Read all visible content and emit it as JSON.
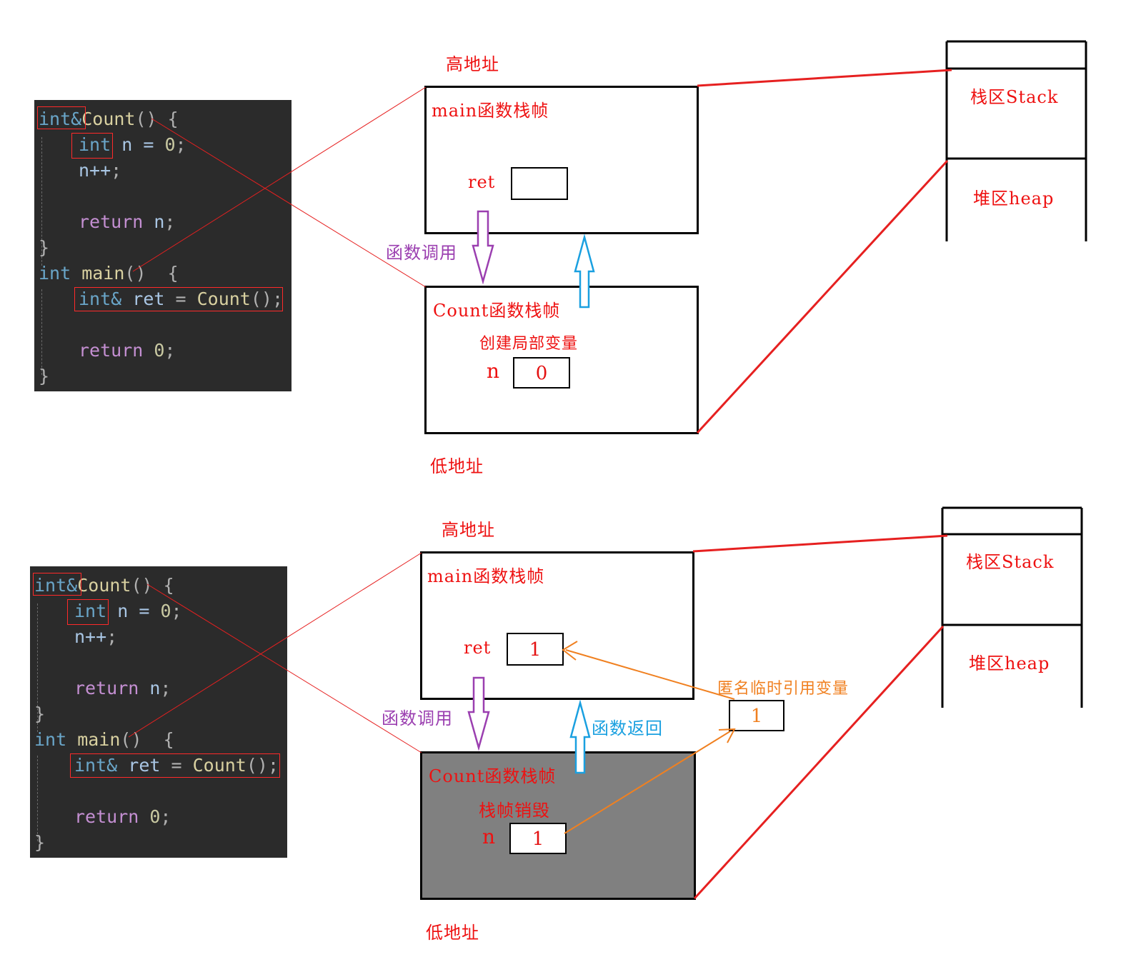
{
  "code_lines": {
    "l1": {
      "kw": "int&",
      "fn": "Count",
      "pun": "() {"
    },
    "l2": {
      "kw": "int",
      "var": "n = ",
      "num": "0",
      "pun": ";"
    },
    "l3": {
      "var": "n++",
      "pun": ";"
    },
    "l5": {
      "ret": "return",
      "var": " n",
      "pun": ";"
    },
    "l6": {
      "pun": "}"
    },
    "l7": {
      "kw": "int",
      "fn": " main",
      "pun": "()  {"
    },
    "l8": {
      "kw": "int&",
      "var": " ret ",
      "pun": "= ",
      "fn": "Count",
      "pun2": "();"
    },
    "l10": {
      "ret": "return",
      "num": " 0",
      "pun": ";"
    },
    "l11": {
      "pun": "}"
    }
  },
  "top": {
    "high_address": "高地址",
    "low_address": "低地址",
    "main_frame": "main函数栈帧",
    "ret_label": "ret",
    "ret_value": "",
    "call_label": "函数调用",
    "count_frame": "Count函数栈帧",
    "local_var_note": "创建局部变量",
    "n_label": "n",
    "n_value": "0",
    "stack_label": "栈区Stack",
    "heap_label": "堆区heap"
  },
  "bottom": {
    "high_address": "高地址",
    "low_address": "低地址",
    "main_frame": "main函数栈帧",
    "ret_label": "ret",
    "ret_value": "1",
    "call_label": "函数调用",
    "return_label": "函数返回",
    "temp_label": "匿名临时引用变量",
    "temp_value": "1",
    "count_frame": "Count函数栈帧",
    "destroy_note": "栈帧销毁",
    "n_label": "n",
    "n_value": "1",
    "stack_label": "栈区Stack",
    "heap_label": "堆区heap"
  },
  "colors": {
    "red": "#ee1111",
    "purple_arrow": "#9b3fb0",
    "blue_arrow": "#1aa0e0",
    "orange_arrow": "#f08020",
    "destroyed_frame": "#808080",
    "code_bg": "#2b2b2b"
  }
}
